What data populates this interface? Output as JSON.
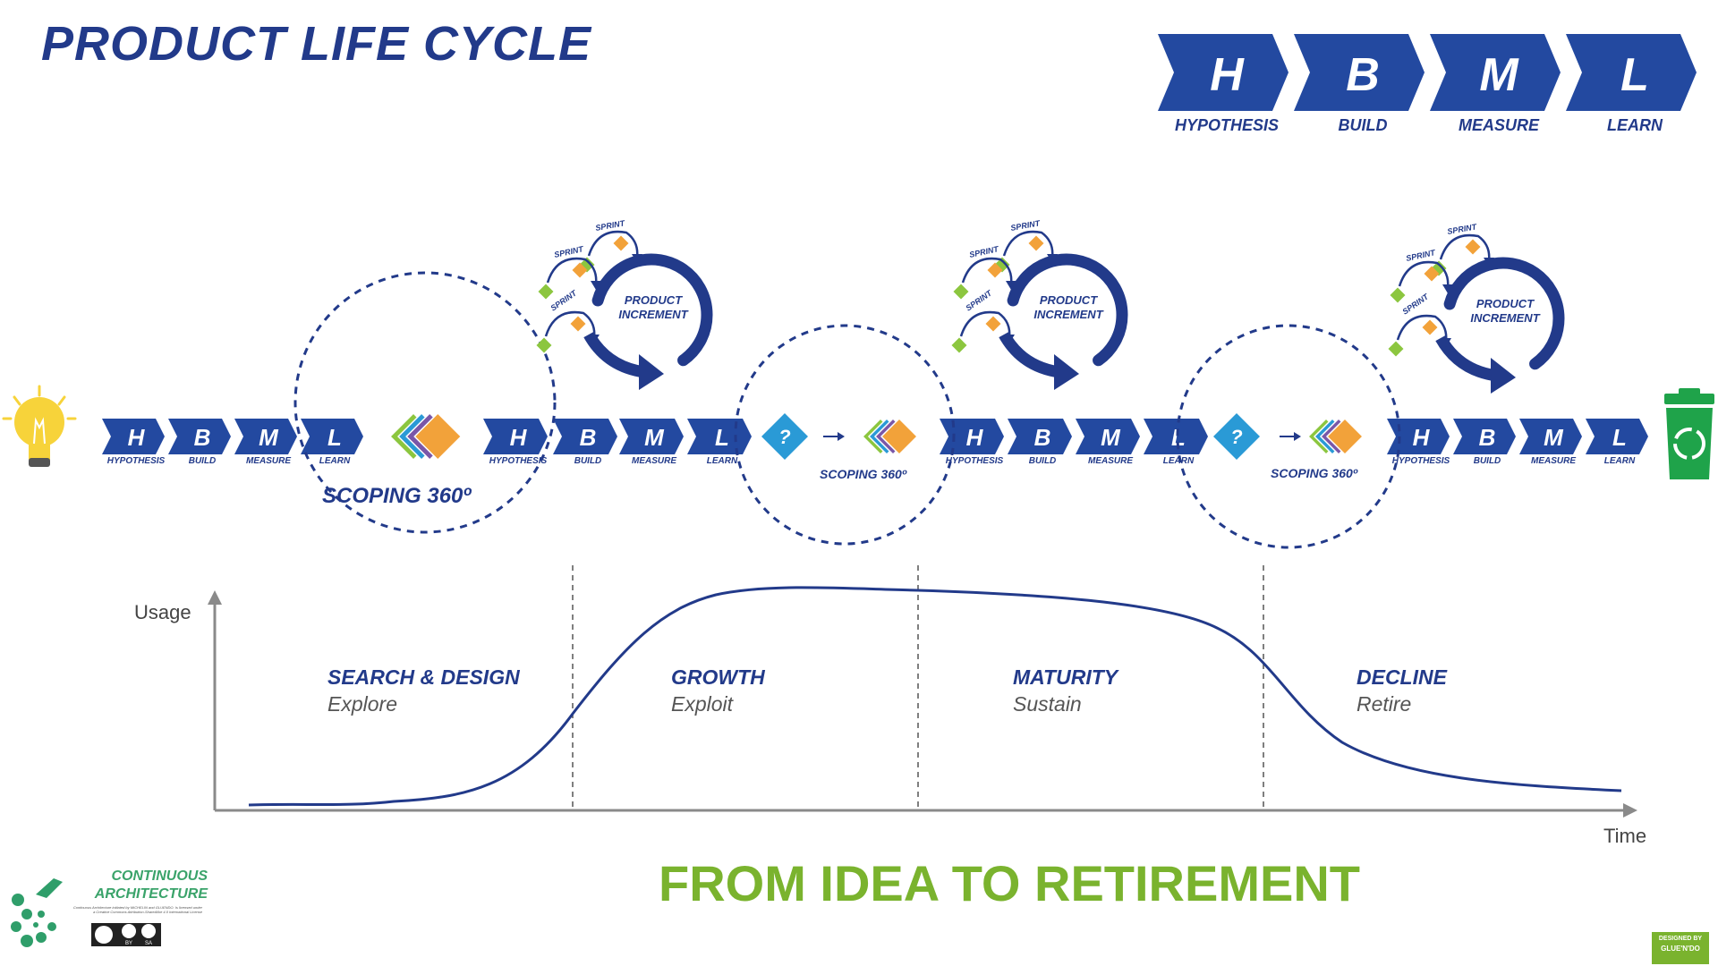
{
  "title": "PRODUCT LIFE CYCLE",
  "legend": {
    "items": [
      {
        "letter": "H",
        "label": "HYPOTHESIS"
      },
      {
        "letter": "B",
        "label": "BUILD"
      },
      {
        "letter": "M",
        "label": "MEASURE"
      },
      {
        "letter": "L",
        "label": "LEARN"
      }
    ]
  },
  "cycle_labels": {
    "sprint": "SPRINT",
    "increment_line1": "PRODUCT",
    "increment_line2": "INCREMENT",
    "question": "?",
    "scoping_large": "SCOPING 360º",
    "scoping_small": "SCOPING 360º"
  },
  "chart": {
    "ylabel": "Usage",
    "xlabel": "Time",
    "phases": [
      {
        "name": "SEARCH & DESIGN",
        "sub": "Explore"
      },
      {
        "name": "GROWTH",
        "sub": "Exploit"
      },
      {
        "name": "MATURITY",
        "sub": "Sustain"
      },
      {
        "name": "DECLINE",
        "sub": "Retire"
      }
    ]
  },
  "slogan": "FROM IDEA TO RETIREMENT",
  "footer": {
    "brand_line1": "CONTINUOUS",
    "brand_line2": "ARCHITECTURE",
    "license_note": "Continuous Architecture initiated by MICHELIN and GLUENDO. Is licensed under a Creative Commons Attribution-ShareAlike 4.0 International License",
    "cc_labels": [
      "BY",
      "SA"
    ],
    "credit_line1": "DESIGNED BY",
    "credit_line2": "GLUE'N'DO"
  },
  "colors": {
    "primary_blue": "#223a8a",
    "chevron_blue": "#2349a0",
    "slogan_green": "#7ab32e",
    "bin_green": "#1fa34a",
    "question_blue": "#2a9ad6",
    "sprint_orange": "#f2a23a",
    "sprint_green": "#8cc63f",
    "bulb_yellow": "#f7d33a"
  },
  "icons": [
    "lightbulb-icon",
    "recycle-bin-icon",
    "scoping-diamonds-icon",
    "question-diamond-icon",
    "product-increment-cycle-icon",
    "creative-commons-icon"
  ]
}
